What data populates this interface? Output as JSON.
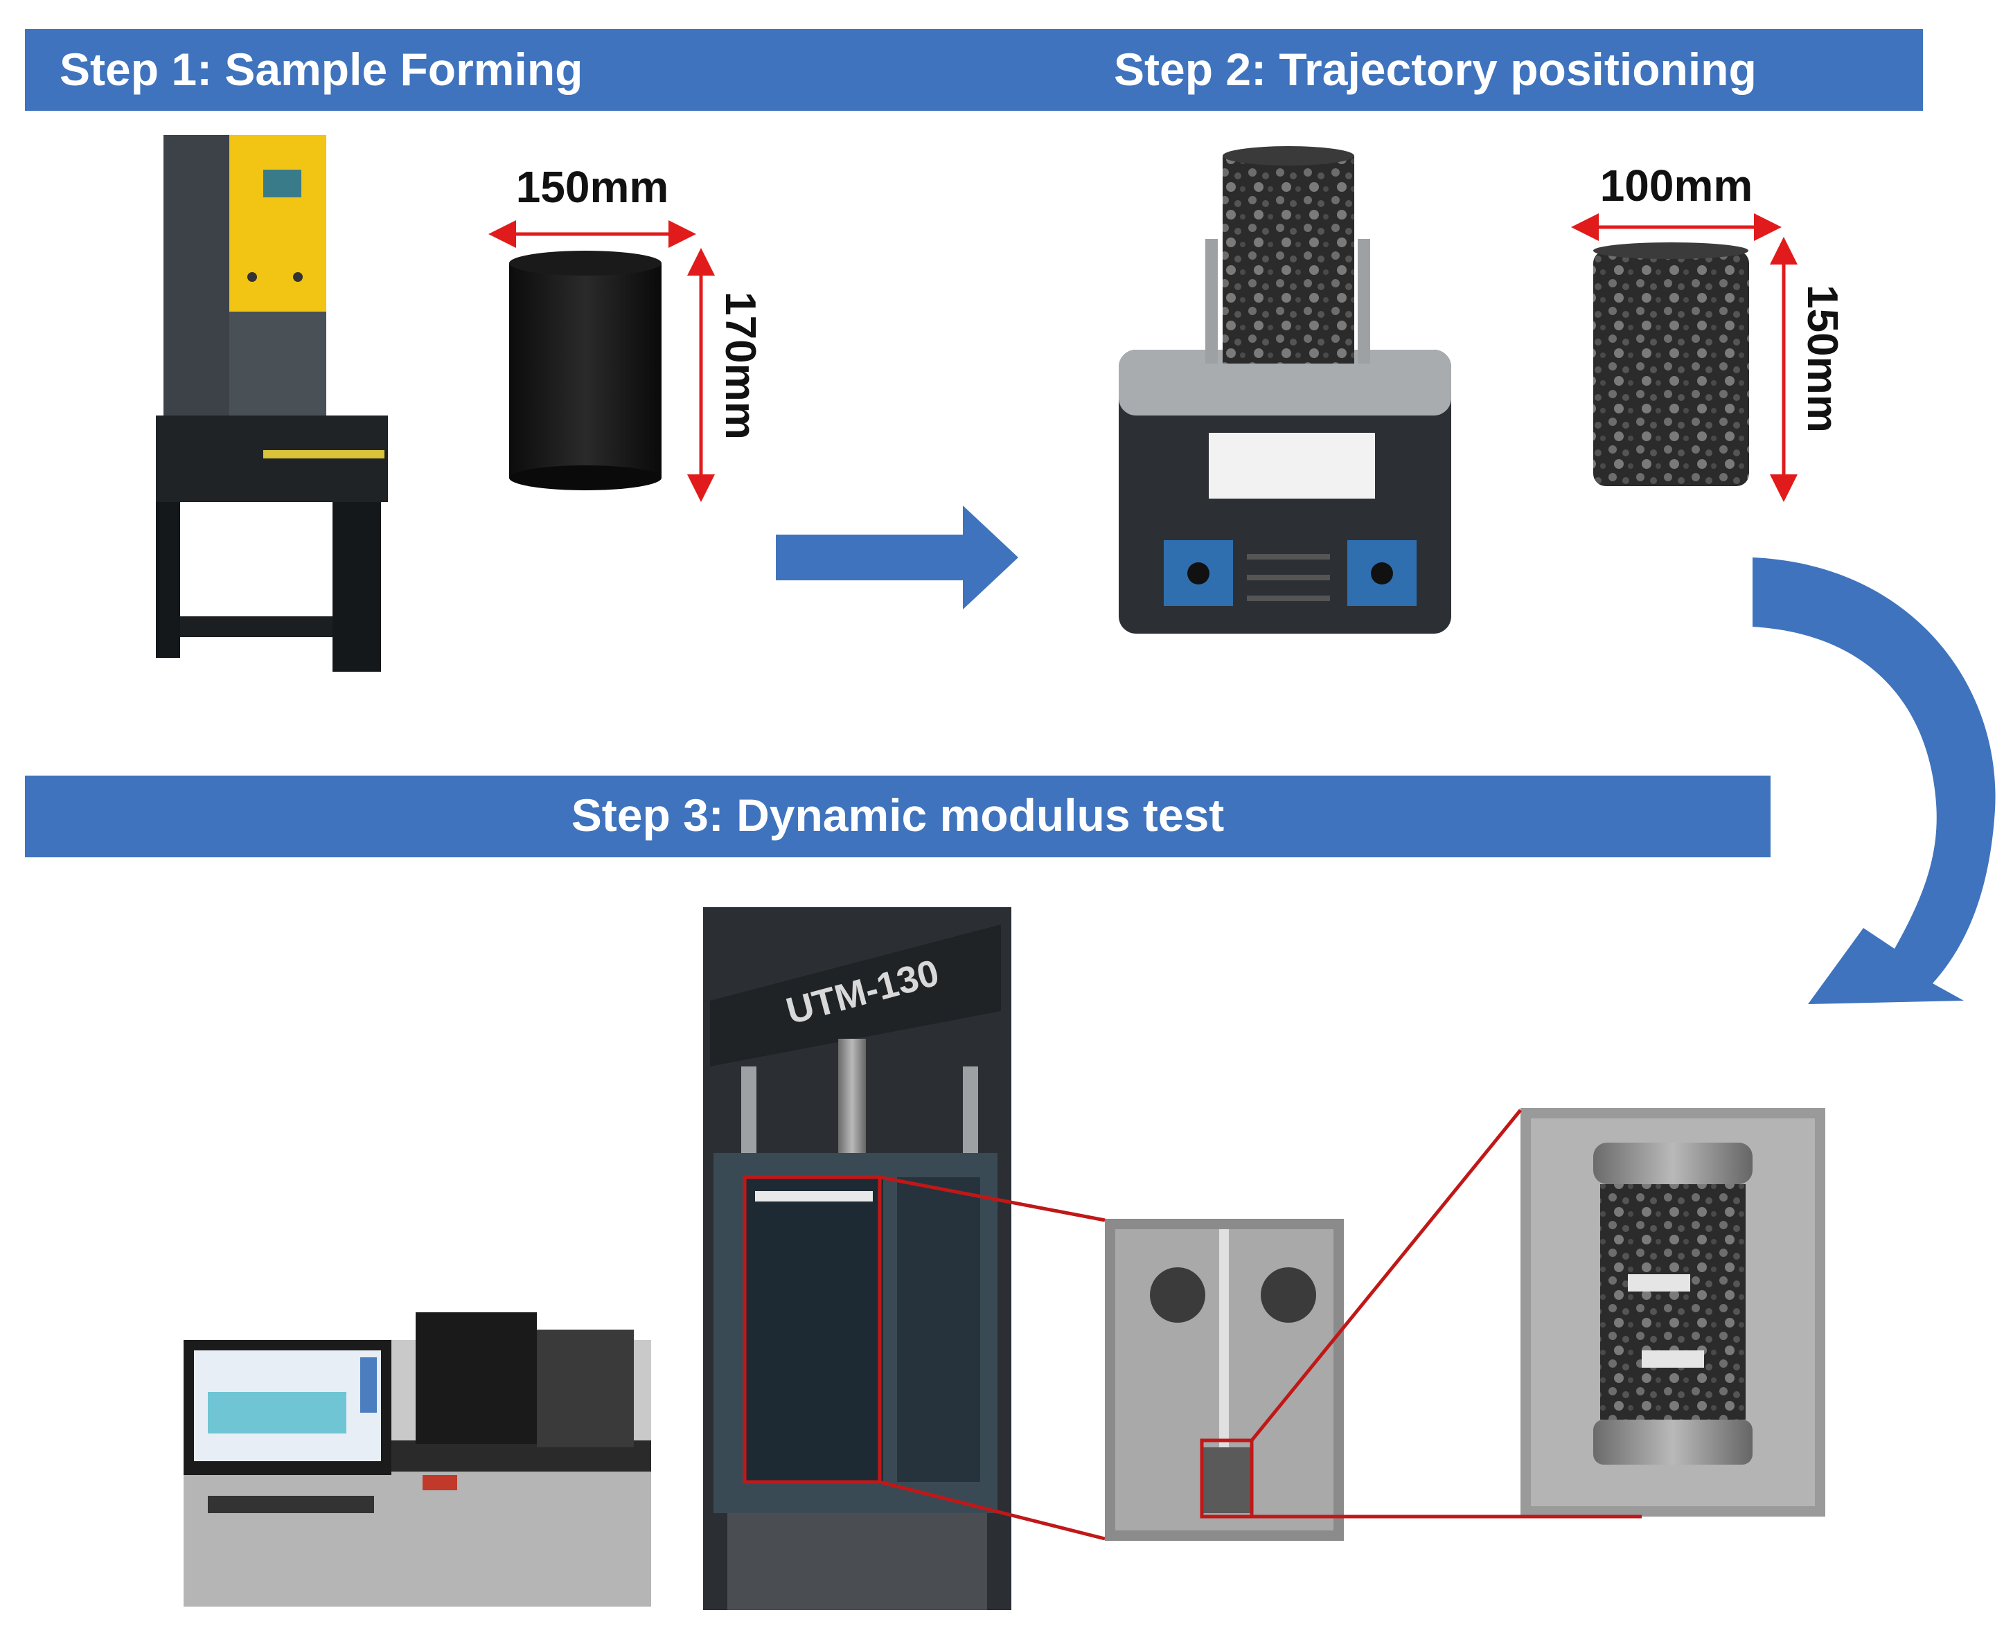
{
  "steps": {
    "step1_label": "Step 1: Sample Forming",
    "step2_label": "Step 2: Trajectory positioning",
    "step3_label": "Step 3: Dynamic modulus test"
  },
  "dimensions": {
    "sample1_width": "150mm",
    "sample1_height": "170mm",
    "sample2_width": "100mm",
    "sample2_height": "150mm"
  },
  "machine": {
    "utm_label": "UTM-130"
  },
  "colors": {
    "banner": "#3f73bd",
    "banner_text": "#ffffff",
    "arrow": "#3f73bd",
    "dimension_arrow": "#e11b1b",
    "zoom_line": "#c01818"
  }
}
